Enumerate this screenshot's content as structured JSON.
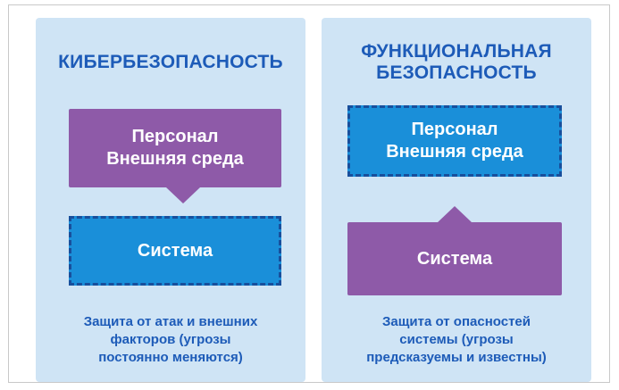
{
  "left_panel": {
    "title": "КИБЕРБЕЗОПАСНОСТЬ",
    "top_box": {
      "line1": "Персонал",
      "line2": "Внешняя среда"
    },
    "bottom_box": {
      "label": "Система"
    },
    "description": [
      "Защита от атак и внешних",
      "факторов (угрозы",
      "постоянно меняются)"
    ]
  },
  "right_panel": {
    "title_lines": [
      "ФУНКЦИОНАЛЬНАЯ",
      "БЕЗОПАСНОСТЬ"
    ],
    "top_box": {
      "line1": "Персонал",
      "line2": "Внешняя среда"
    },
    "bottom_box": {
      "label": "Система"
    },
    "description": [
      "Защита от опасностей",
      "системы (угрозы",
      "предсказуемы и известны)"
    ]
  },
  "colors": {
    "panel_bg": "#cfe4f5",
    "title_text": "#1d5bb8",
    "purple_box": "#8e5aa8",
    "blue_box": "#1a8fd9",
    "dashed_border": "#184f9c"
  }
}
